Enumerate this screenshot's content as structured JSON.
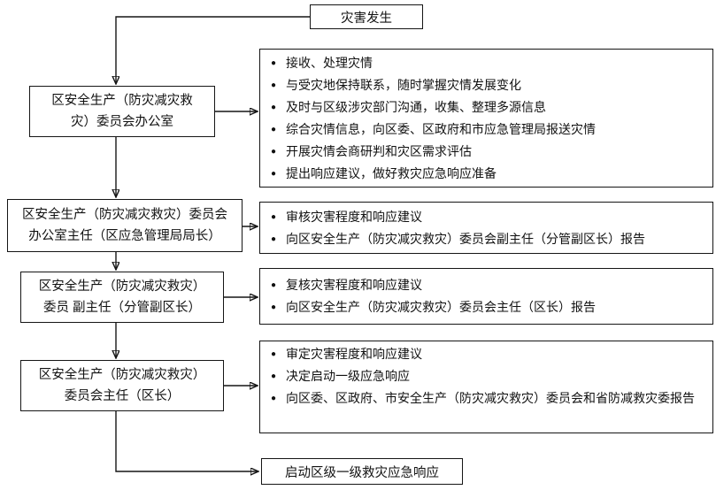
{
  "flow": {
    "bullet_glyph": "●",
    "start": "灾害发生",
    "end": "启动区级一级救灾应急响应",
    "actors": [
      {
        "lines": [
          "区安全生产（防灾减灾救",
          "灾）委员会办公室"
        ]
      },
      {
        "lines": [
          "区安全生产（防灾减灾救灾）委员会",
          "办公室主任（区应急管理局局长）"
        ]
      },
      {
        "lines": [
          "区安全生产（防灾减灾救灾）",
          "委员 副主任（分管副区长）"
        ]
      },
      {
        "lines": [
          "区安全生产（防灾减灾救灾）",
          "委员会主任（区长）"
        ]
      }
    ],
    "tasks": [
      {
        "items": [
          "接收、处理灾情",
          "与受灾地保持联系，随时掌握灾情发展变化",
          "及时与区级涉灾部门沟通，收集、整理多源信息",
          "综合灾情信息，向区委、区政府和市应急管理局报送灾情",
          "开展灾情会商研判和灾区需求评估",
          "提出响应建议，做好救灾应急响应准备"
        ]
      },
      {
        "items": [
          "审核灾害程度和响应建议",
          "向区安全生产（防灾减灾救灾）委员会副主任（分管副区长）报告"
        ]
      },
      {
        "items": [
          "复核灾害程度和响应建议",
          "向区安全生产（防灾减灾救灾）委员会主任（区长）报告"
        ]
      },
      {
        "items": [
          "审定灾害程度和响应建议",
          "决定启动一级应急响应",
          "向区委、区政府、市安全生产（防灾减灾救灾）委员会和省防减救灾委报告"
        ]
      }
    ]
  }
}
